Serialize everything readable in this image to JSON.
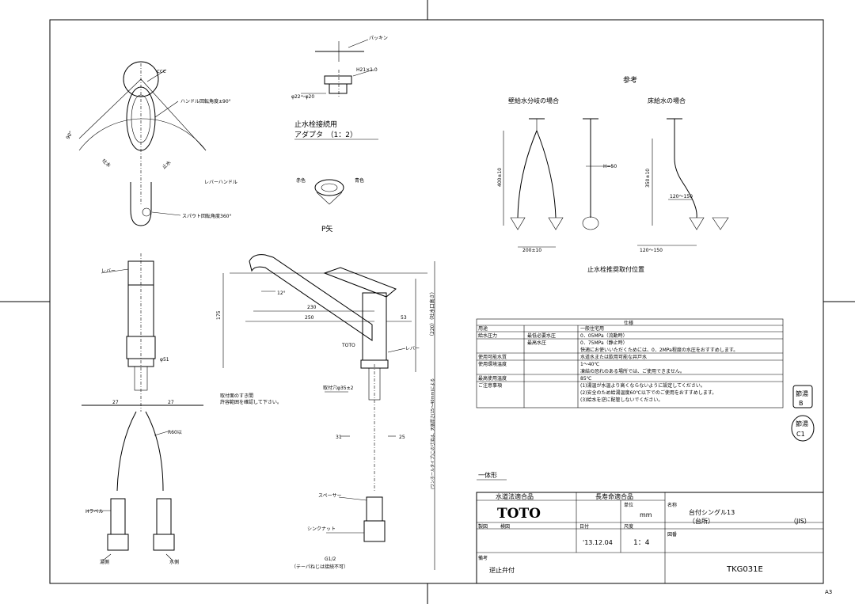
{
  "drawing": {
    "top_view": {
      "label_ccc": "ccc",
      "label_lever_angle": "ハンドル回転角度±90°",
      "label_lever": "レバーハンドル",
      "label_spout_angle": "スパウト回転角度360°",
      "label_left_angle": "90°",
      "label_mid_left": "吐水",
      "label_mid_right": "止水"
    },
    "adapter": {
      "label_packing": "パッキン",
      "label_dim": "H21×1.0",
      "label_dia": "φ22〜φ20",
      "caption_line1": "止水栓接続用",
      "caption_line2": "アダプタ　（1：2）"
    },
    "p_view": {
      "label_hot": "赤色",
      "label_cold": "青色",
      "caption": "P矢"
    },
    "front_view": {
      "label_lever": "レバー",
      "label_d51": "φ51",
      "label_hose": "R60以",
      "label_hose_h": "Hラベル",
      "label_hot": "湯側",
      "label_cold": "水側",
      "dim_27a": "27",
      "dim_27b": "27"
    },
    "side_view": {
      "dim_12": "12°",
      "dim_230": "230",
      "dim_250": "250",
      "dim_53": "53",
      "dim_17x": "175",
      "dim_total": "（220）（吐水口高さ）",
      "dim_long": "(ワンホールタイプ)この寸法は、天板厚さ(15〜40mm)による",
      "dim_31": "31",
      "dim_25": "25",
      "label_toto": "TOTO",
      "label_lever": "レバー",
      "label_hole": "取付穴φ35±2",
      "label_mount_note1": "取付面のすき間",
      "label_mount_note2": "許容範囲を確認して下さい。",
      "label_spacer": "スペーサー",
      "label_nut": "シンクナット",
      "label_g12": "G1/2",
      "label_g12_note": "（テーパねじは接続不可）"
    },
    "reference": {
      "title": "参考",
      "left_title": "壁給水分岐の場合",
      "right_title": "床給水の場合",
      "dim_left": "400±10",
      "dim_left_w": "200±10",
      "dim_mid": "H=50",
      "dim_right": "350±10",
      "dim_right_w": "120〜150",
      "dim_bottom": "120〜150",
      "caption": "止水栓推奨取付位置"
    }
  },
  "spec_table": {
    "header": "仕様",
    "rows": [
      {
        "c1": "用途",
        "c2": "",
        "c3": "一般住宅用"
      },
      {
        "c1": "給水圧力",
        "c2": "最低必要水圧",
        "c3": "0．05MPa（流動時）"
      },
      {
        "c1": "",
        "c2": "最高水圧",
        "c3": "0．75MPa（静止時）"
      },
      {
        "c1": "",
        "c2": "",
        "c3": "快適にお使いいただくためには、0．2MPa程度の水圧をおすすめします。"
      },
      {
        "c1": "使用可能水質",
        "c2": "",
        "c3": "水道水または飲用可能な井戸水"
      },
      {
        "c1": "使用環境温度",
        "c2": "",
        "c3": "1〜40℃"
      },
      {
        "c1": "",
        "c2": "",
        "c3": "凍結の恐れのある場所では、ご使用できません。"
      },
      {
        "c1": "最高使用温度",
        "c2": "",
        "c3": "85℃"
      },
      {
        "c1": "ご注意事項",
        "c2": "",
        "c3": "(1)湯温が水温より高くならないように設定してください。"
      },
      {
        "c1": "",
        "c2": "",
        "c3": "(2)安全のため給湯温度60℃以下でのご使用をおすすめします。"
      },
      {
        "c1": "",
        "c2": "",
        "c3": "(3)給水を逆に配管しないでください。"
      }
    ]
  },
  "badges": {
    "b1_line1": "節湯",
    "b1_line2": "B",
    "b2_line1": "節湯",
    "b2_line2": "C1"
  },
  "note": "一体形",
  "title_block": {
    "cert1": "水道法適合品",
    "cert2": "長寿命適合品",
    "brand": "TOTO",
    "unit_label": "単位",
    "unit": "mm",
    "name_label": "名称",
    "name_line1": "台付シングル13",
    "name_line2": "（台所）",
    "name_code": "（JIS）",
    "drawn_label": "製図",
    "check_label": "検図",
    "date_label": "日付",
    "date": "'13.12.04",
    "scale_label": "尺度",
    "scale": "1：4",
    "no_label": "図番",
    "number": "TKG031E",
    "remark_label": "備考",
    "remark": "逆止弁付"
  },
  "corner_mark": "A3"
}
